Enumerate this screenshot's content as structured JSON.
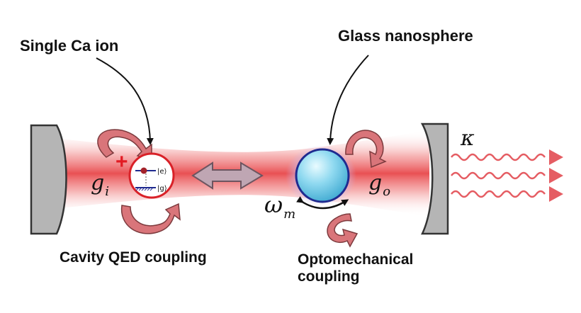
{
  "labels": {
    "ion_title": "Single Ca ion",
    "sphere_title": "Glass nanosphere",
    "cavity_coupling": "Cavity QED coupling",
    "opto_line1": "Optomechanical",
    "opto_line2": "coupling"
  },
  "symbols": {
    "kappa": "κ",
    "g_i_base": "g",
    "g_i_sub": "i",
    "g_o_base": "g",
    "g_o_sub": "o",
    "omega_base": "ω",
    "omega_sub": "m",
    "excited_state": "|e⟩",
    "ground_state": "|g⟩",
    "plus": "+"
  },
  "colors": {
    "beam": "#e8474a",
    "mirror": "#b5b5b5",
    "arrow_fill": "#d9757a",
    "double_arrow": "#bfa6b3",
    "sphere_blue": "#7fd3ee",
    "sphere_stroke": "#1f2a8f",
    "ion_red": "#d92128",
    "wave": "#e55d63"
  }
}
